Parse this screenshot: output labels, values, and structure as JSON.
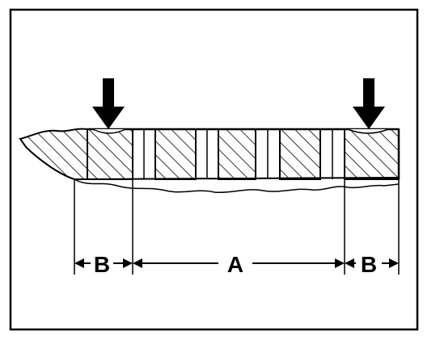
{
  "labels": {
    "left": "B",
    "center": "A",
    "right": "B"
  },
  "colors": {
    "ink": "#000000",
    "paper": "#ffffff"
  },
  "icons": {
    "left_arrow": "arrow-down-icon",
    "right_arrow": "arrow-down-icon"
  }
}
